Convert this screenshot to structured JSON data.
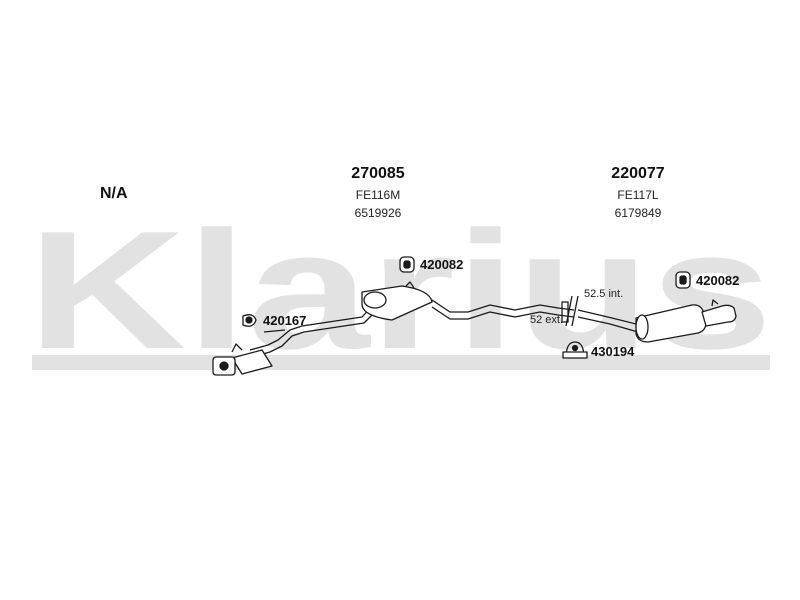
{
  "watermark": {
    "text": "Klarius",
    "color": "#e2e2e2"
  },
  "fitment": "N/A",
  "parts": {
    "center_silencer": {
      "part_number": "270085",
      "code": "FE116M",
      "oe": "6519926"
    },
    "rear_silencer": {
      "part_number": "220077",
      "code": "FE117L",
      "oe": "6179849"
    }
  },
  "accessories": {
    "front_mount": "420167",
    "center_mount": "420082",
    "rear_mount": "420082",
    "clamp": "430194"
  },
  "dimensions": {
    "internal": "52.5 int.",
    "external": "52 ext."
  },
  "colors": {
    "line": "#1a1a1a",
    "fill": "#ffffff"
  }
}
